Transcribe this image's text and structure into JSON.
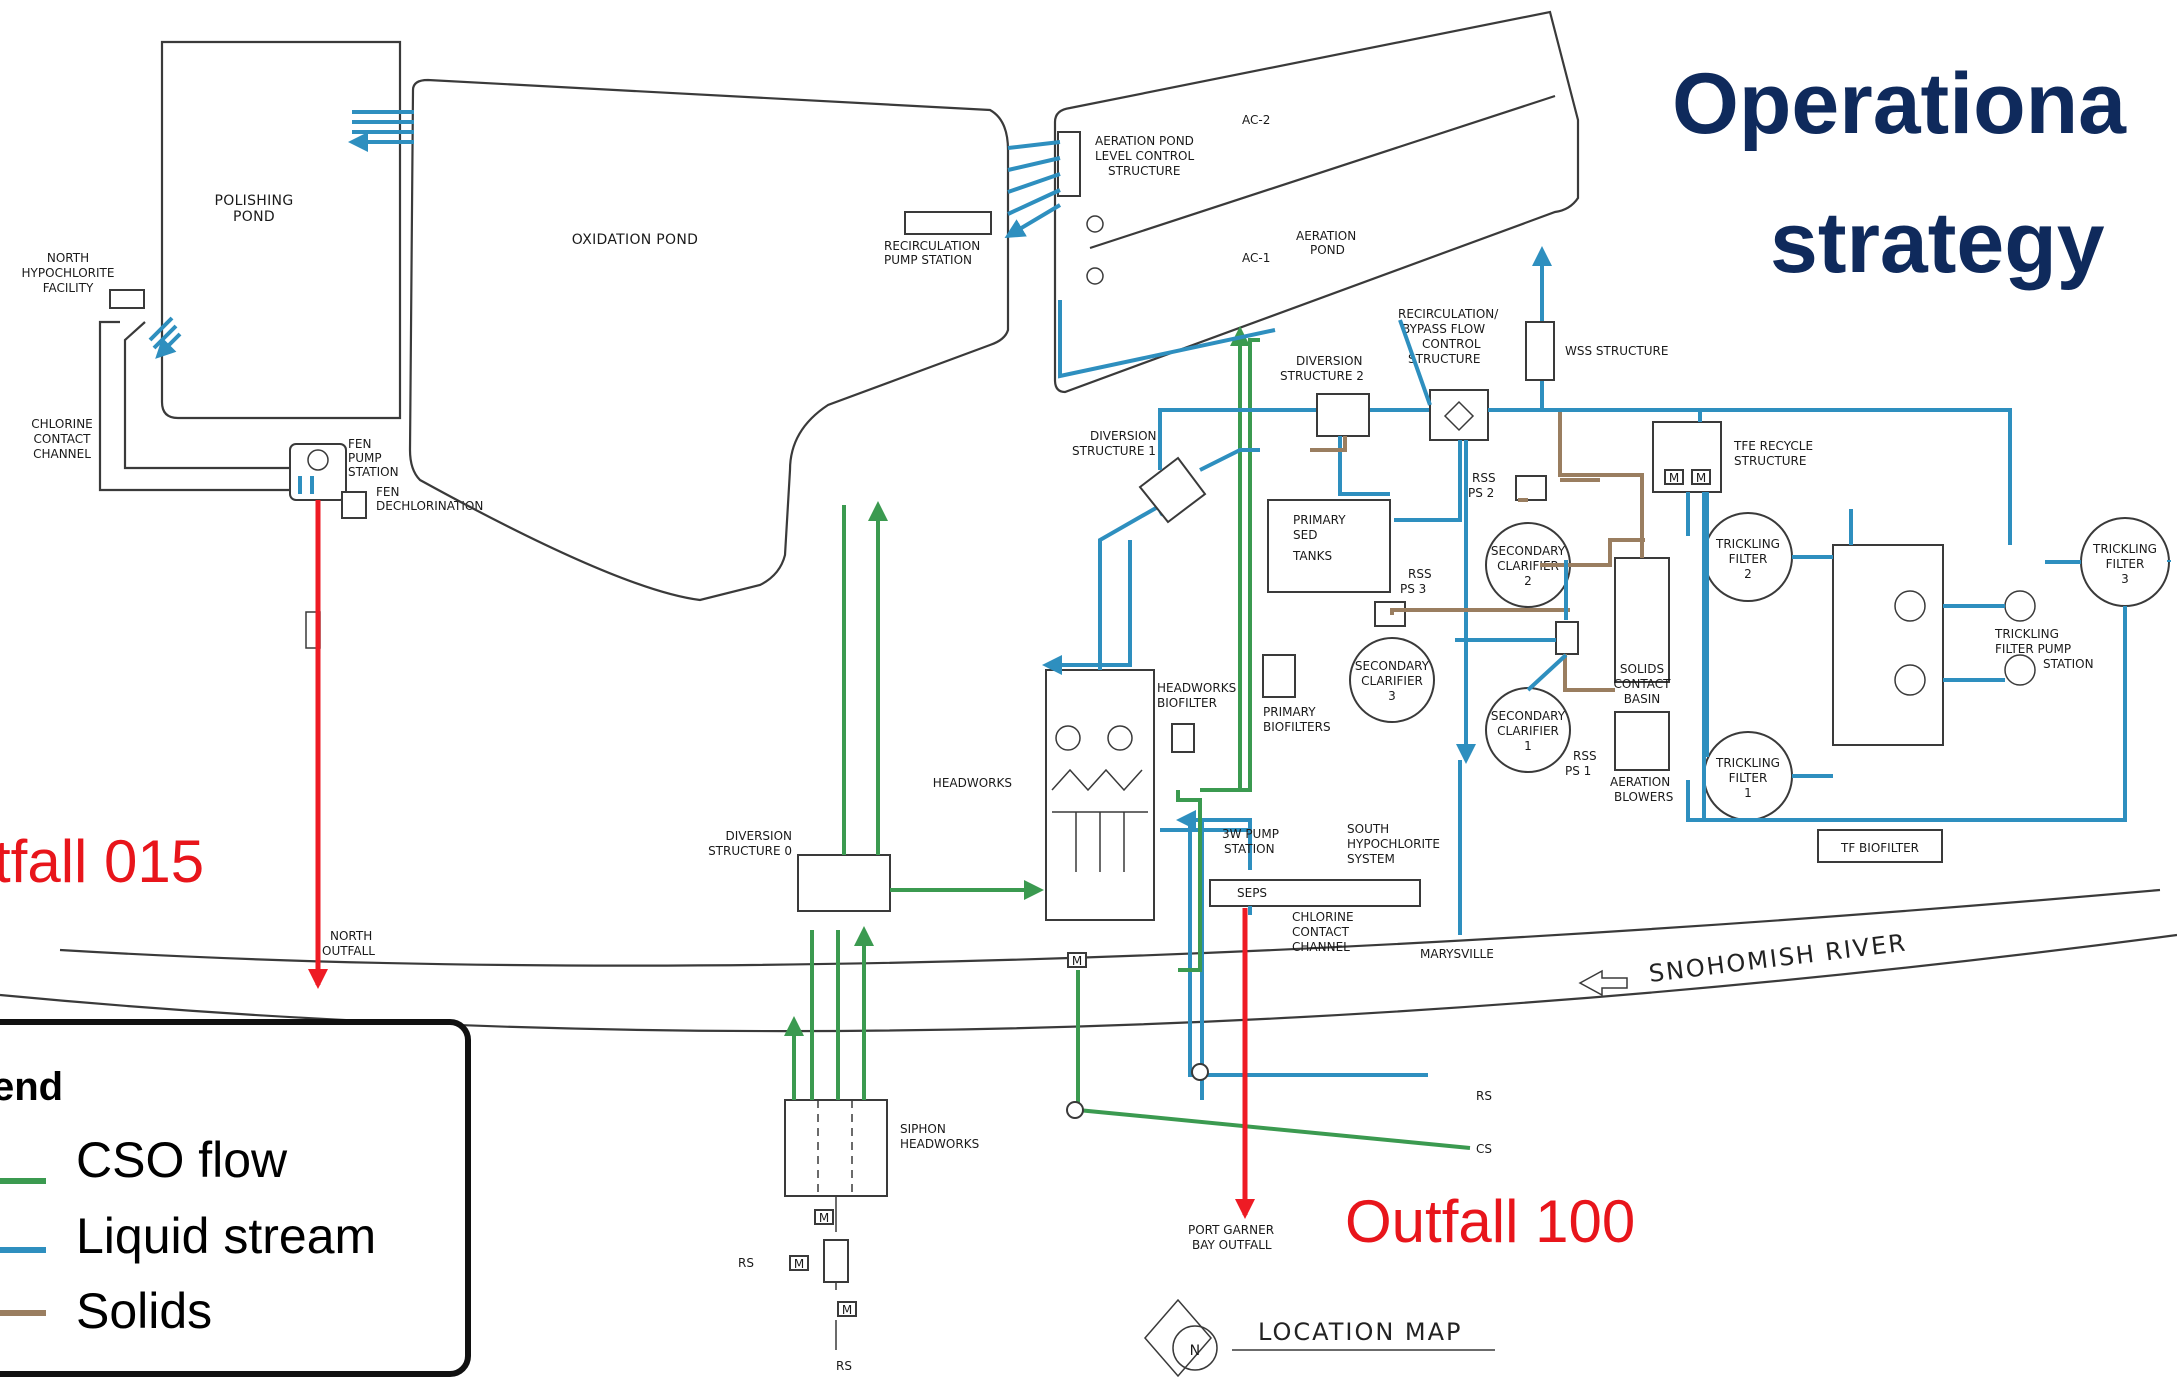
{
  "title": {
    "line1": "Operationa",
    "line2": "strategy"
  },
  "outfalls": {
    "left": "tfall 015",
    "right": "Outfall 100"
  },
  "legend": {
    "title": "end",
    "items": [
      {
        "label": "CSO flow",
        "color": "#3b9a50"
      },
      {
        "label": "Liquid stream",
        "color": "#2e8fbf"
      },
      {
        "label": "Solids",
        "color": "#9a7e60"
      }
    ]
  },
  "river": "SNOHOMISH RIVER",
  "location_map": {
    "label": "LOCATION MAP",
    "north": "N"
  },
  "labels": {
    "polishing_pond": [
      "POLISHING",
      "POND"
    ],
    "north_hypochlorite": [
      "NORTH",
      "HYPOCHLORITE",
      "FACILITY"
    ],
    "chlorine_contact_channel": [
      "CHLORINE",
      "CONTACT",
      "CHANNEL"
    ],
    "fen_pump_station": [
      "FEN",
      "PUMP",
      "STATION"
    ],
    "fen_dechlorination": [
      "FEN",
      "DECHLORINATION"
    ],
    "oxidation_pond": "OXIDATION POND",
    "recirculation_pump_station": [
      "RECIRCULATION",
      "PUMP STATION"
    ],
    "ac2": "AC-2",
    "aeration_pond_level": [
      "AERATION POND",
      "LEVEL CONTROL",
      "STRUCTURE"
    ],
    "ac1": "AC-1",
    "aeration_pond": [
      "AERATION",
      "POND"
    ],
    "diversion_structure_2": [
      "DIVERSION",
      "STRUCTURE 2"
    ],
    "recirc_bypass": [
      "RECIRCULATION/",
      "BYPASS FLOW",
      "CONTROL",
      "STRUCTURE"
    ],
    "wss_structure": "WSS STRUCTURE",
    "diversion_structure_1": [
      "DIVERSION",
      "STRUCTURE 1"
    ],
    "primary_sed_tanks": [
      "PRIMARY",
      "SED",
      "TANKS"
    ],
    "rss_ps2": [
      "RSS",
      "PS 2"
    ],
    "rss_ps3": [
      "RSS",
      "PS 3"
    ],
    "rss_ps1": [
      "RSS",
      "PS 1"
    ],
    "secondary_clarifier_2": [
      "SECONDARY",
      "CLARIFIER",
      "2"
    ],
    "secondary_clarifier_3": [
      "SECONDARY",
      "CLARIFIER",
      "3"
    ],
    "secondary_clarifier_1": [
      "SECONDARY",
      "CLARIFIER",
      "1"
    ],
    "solids_contact_basin": [
      "SOLIDS",
      "CONTACT",
      "BASIN"
    ],
    "aeration_blowers": [
      "AERATION",
      "BLOWERS"
    ],
    "tfe_recycle": [
      "TFE RECYCLE",
      "STRUCTURE"
    ],
    "trickling_filter_2": [
      "TRICKLING",
      "FILTER",
      "2"
    ],
    "trickling_filter_3": [
      "TRICKLING",
      "FILTER",
      "3"
    ],
    "trickling_filter_1": [
      "TRICKLING",
      "FILTER",
      "1"
    ],
    "tf_pump_station": [
      "TRICKLING",
      "FILTER PUMP",
      "STATION"
    ],
    "tf_biofilter": "TF BIOFILTER",
    "headworks_biofilter": [
      "HEADWORKS",
      "BIOFILTER"
    ],
    "primary_biofilters": [
      "PRIMARY",
      "BIOFILTERS"
    ],
    "headworks": "HEADWORKS",
    "diversion_structure_0": [
      "DIVERSION",
      "STRUCTURE 0"
    ],
    "pump_station_3w": [
      "3W PUMP",
      "STATION"
    ],
    "seps": "SEPS",
    "south_hypochlorite": [
      "SOUTH",
      "HYPOCHLORITE",
      "SYSTEM"
    ],
    "chlorine_contact_channel_s": [
      "CHLORINE",
      "CONTACT",
      "CHANNEL"
    ],
    "marysville": "MARYSVILLE",
    "north_outfall": [
      "NORTH",
      "OUTFALL"
    ],
    "siphon_headworks": [
      "SIPHON",
      "HEADWORKS"
    ],
    "port_garner": [
      "PORT GARNER",
      "BAY OUTFALL"
    ],
    "rs": "RS",
    "cs": "CS",
    "m": "M"
  }
}
